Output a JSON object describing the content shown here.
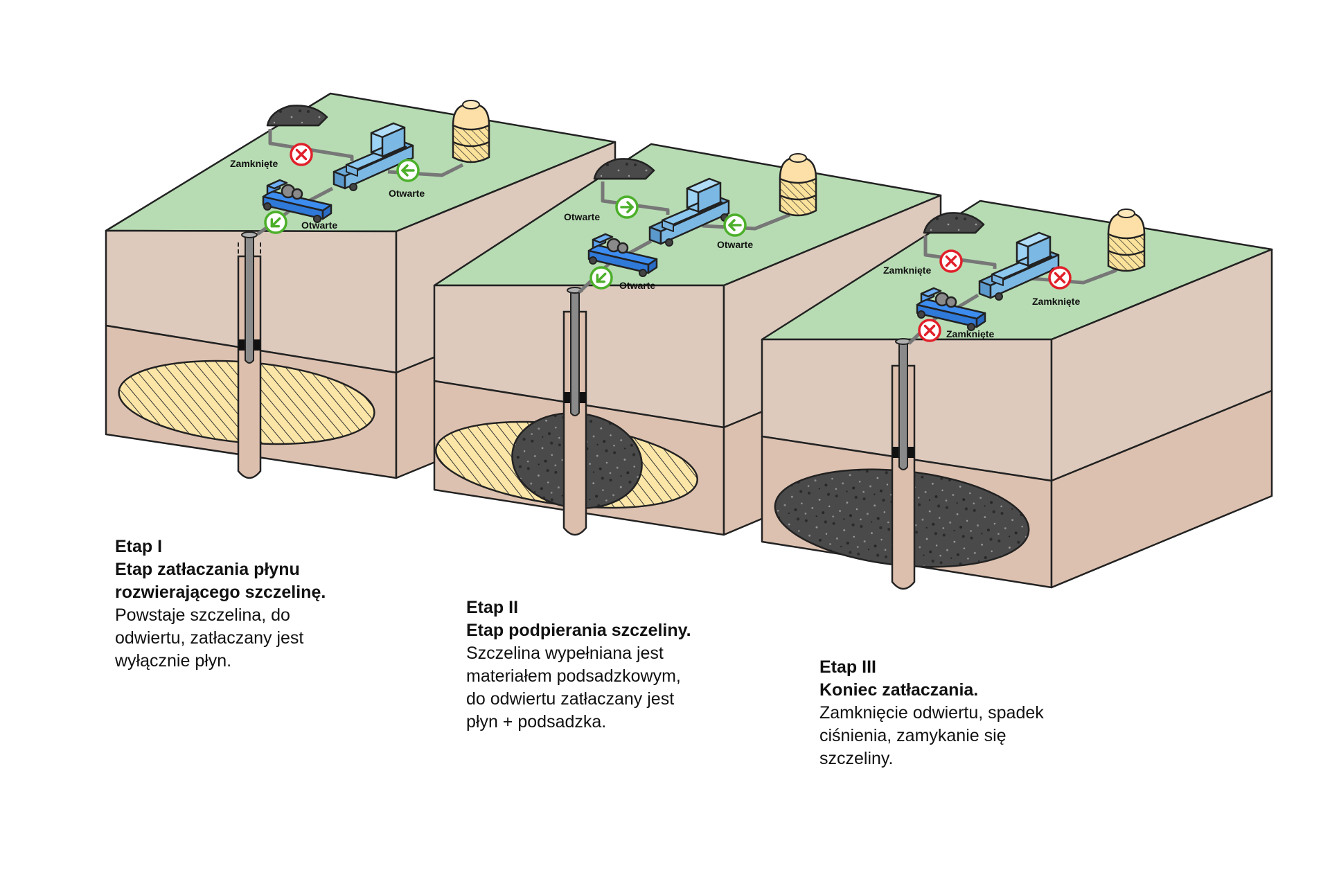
{
  "colors": {
    "ground": "#b7dcb3",
    "upper_layer": "#ddcabd",
    "lower_layer": "#ddc1b0",
    "fluid_fill": "#fbe6a8",
    "proppant": "#4a4a4a",
    "truck_light": "#8cc8ef",
    "truck_dark": "#3d8df0",
    "open_valve": "#4caf2a",
    "closed_valve": "#e0202a",
    "outline": "#222222"
  },
  "icons": {
    "open_valve": "arrow-circle-icon",
    "closed_valve": "x-circle-icon",
    "sand_pile": "sand-pile-icon",
    "fluid_tank": "tank-icon",
    "pump_truck": "truck-icon",
    "blender_truck": "truck-icon"
  },
  "valve_labels": {
    "open": "Otwarte",
    "closed": "Zamknięte"
  },
  "stages": [
    {
      "number": "Etap I",
      "title_line1": "Etap zatłaczania płynu",
      "title_line2": "rozwierającego szczelinę.",
      "desc_line1": "Powstaje szczelina, do",
      "desc_line2": "odwiertu, zatłaczany jest",
      "desc_line3": "wyłącznie płyn."
    },
    {
      "number": "Etap II",
      "title_line1": "Etap podpierania szczeliny.",
      "desc_line1": "Szczelina wypełniana jest",
      "desc_line2": "materiałem podsadzkowym,",
      "desc_line3": "do odwiertu zatłaczany jest",
      "desc_line4": "płyn + podsadzka."
    },
    {
      "number": "Etap III",
      "title_line1": "Koniec zatłaczania.",
      "desc_line1": "Zamknięcie odwiertu, spadek",
      "desc_line2": "ciśnienia, zamykanie się",
      "desc_line3": "szczeliny."
    }
  ]
}
